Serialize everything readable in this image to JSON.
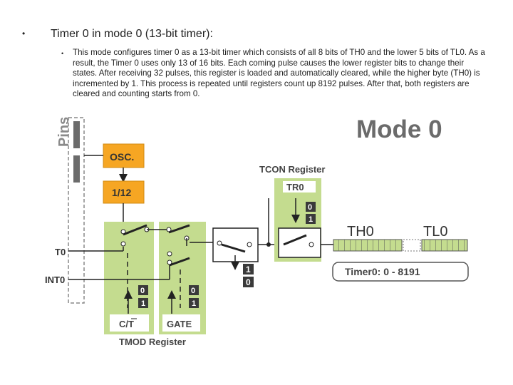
{
  "slide": {
    "bullet_symbol": "•",
    "sub_bullet_symbol": "•",
    "heading": "Timer 0 in mode 0 (13-bit timer):",
    "paragraph": "This mode configures timer 0 as a 13-bit timer which consists of all 8 bits of TH0 and the lower 5 bits of TL0. As a result, the Timer 0 uses only 13 of 16 bits. Each coming pulse causes the lower register bits to change their states. After receiving 32 pulses, this register is loaded and automatically cleared, while the higher byte (TH0) is incremented by 1. This process is repeated until registers count up 8192 pulses. After that, both registers are cleared and counting starts from 0."
  },
  "diagram": {
    "pins_label": "Pins",
    "mode_title": "Mode 0",
    "osc_label": "OSC.",
    "divider_label": "1/12",
    "tcon_label": "TCON Register",
    "tr0_label": "TR0",
    "t0_label": "T0",
    "int0_label": "INT0",
    "th0_label": "TH0",
    "tl0_label": "TL0",
    "timer_range": "Timer0: 0 - 8191",
    "bit_zero": "0",
    "bit_one": "1",
    "ct_label": "C/T",
    "gate_label": "GATE",
    "tmod_label": "TMOD Register",
    "colors": {
      "green": "#c4dc8f",
      "orange": "#f6a623",
      "gray": "#6b6b6b",
      "dark": "#3a3a3a"
    }
  }
}
